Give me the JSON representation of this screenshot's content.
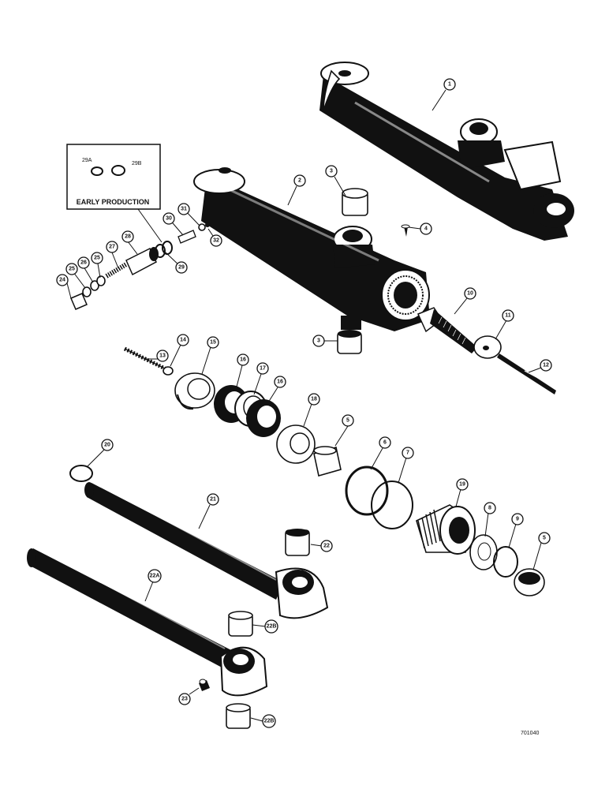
{
  "inset": {
    "label": "EARLY PRODUCTION",
    "parts": [
      "29A",
      "29B"
    ]
  },
  "callouts": [
    "1",
    "2",
    "3",
    "3",
    "4",
    "5",
    "5",
    "6",
    "7",
    "8",
    "9",
    "10",
    "11",
    "12",
    "13",
    "14",
    "15",
    "16",
    "17",
    "16",
    "18",
    "19",
    "20",
    "21",
    "22",
    "22A",
    "22B",
    "22B",
    "23",
    "24",
    "25",
    "26",
    "25",
    "27",
    "28",
    "29",
    "30",
    "31",
    "32"
  ],
  "drawing_code": "701040"
}
